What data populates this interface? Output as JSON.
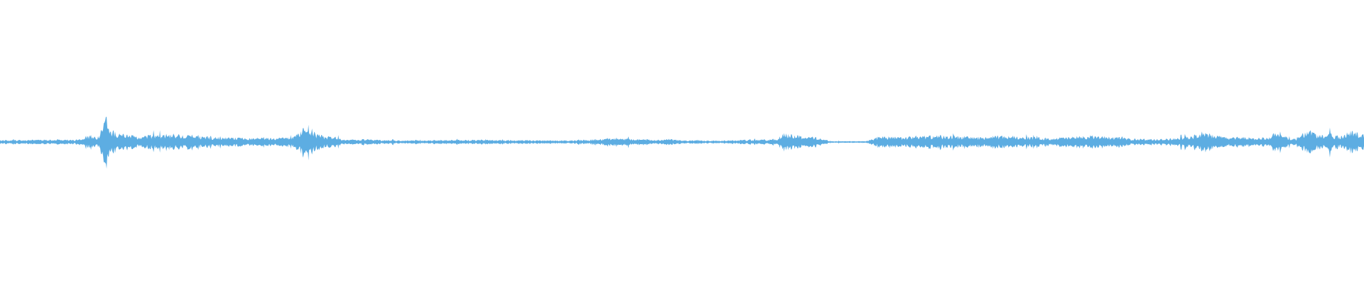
{
  "waveform": {
    "color": "#5dade2",
    "background": "#ffffff",
    "samples": 1920,
    "envelope": [
      [
        0.0,
        0.012
      ],
      [
        0.02,
        0.013
      ],
      [
        0.04,
        0.016
      ],
      [
        0.055,
        0.014
      ],
      [
        0.06,
        0.022
      ],
      [
        0.062,
        0.04
      ],
      [
        0.068,
        0.045
      ],
      [
        0.072,
        0.035
      ],
      [
        0.076,
        0.12
      ],
      [
        0.078,
        0.18
      ],
      [
        0.08,
        0.09
      ],
      [
        0.085,
        0.06
      ],
      [
        0.09,
        0.05
      ],
      [
        0.095,
        0.045
      ],
      [
        0.1,
        0.04
      ],
      [
        0.105,
        0.035
      ],
      [
        0.11,
        0.045
      ],
      [
        0.12,
        0.048
      ],
      [
        0.13,
        0.05
      ],
      [
        0.135,
        0.04
      ],
      [
        0.14,
        0.045
      ],
      [
        0.15,
        0.035
      ],
      [
        0.16,
        0.03
      ],
      [
        0.17,
        0.028
      ],
      [
        0.18,
        0.026
      ],
      [
        0.19,
        0.028
      ],
      [
        0.2,
        0.025
      ],
      [
        0.21,
        0.03
      ],
      [
        0.215,
        0.035
      ],
      [
        0.22,
        0.06
      ],
      [
        0.225,
        0.11
      ],
      [
        0.228,
        0.09
      ],
      [
        0.232,
        0.05
      ],
      [
        0.24,
        0.035
      ],
      [
        0.245,
        0.04
      ],
      [
        0.25,
        0.02
      ],
      [
        0.26,
        0.015
      ],
      [
        0.27,
        0.02
      ],
      [
        0.28,
        0.012
      ],
      [
        0.3,
        0.01
      ],
      [
        0.32,
        0.012
      ],
      [
        0.34,
        0.014
      ],
      [
        0.36,
        0.013
      ],
      [
        0.38,
        0.012
      ],
      [
        0.4,
        0.01
      ],
      [
        0.42,
        0.01
      ],
      [
        0.43,
        0.015
      ],
      [
        0.44,
        0.02
      ],
      [
        0.45,
        0.03
      ],
      [
        0.455,
        0.02
      ],
      [
        0.46,
        0.022
      ],
      [
        0.47,
        0.018
      ],
      [
        0.48,
        0.014
      ],
      [
        0.49,
        0.02
      ],
      [
        0.5,
        0.01
      ],
      [
        0.52,
        0.01
      ],
      [
        0.54,
        0.012
      ],
      [
        0.56,
        0.016
      ],
      [
        0.57,
        0.02
      ],
      [
        0.575,
        0.06
      ],
      [
        0.58,
        0.05
      ],
      [
        0.585,
        0.045
      ],
      [
        0.59,
        0.035
      ],
      [
        0.6,
        0.03
      ],
      [
        0.605,
        0.015
      ],
      [
        0.61,
        0.005
      ],
      [
        0.62,
        0.005
      ],
      [
        0.635,
        0.006
      ],
      [
        0.64,
        0.02
      ],
      [
        0.645,
        0.04
      ],
      [
        0.65,
        0.035
      ],
      [
        0.66,
        0.03
      ],
      [
        0.67,
        0.035
      ],
      [
        0.68,
        0.04
      ],
      [
        0.69,
        0.038
      ],
      [
        0.7,
        0.04
      ],
      [
        0.71,
        0.035
      ],
      [
        0.72,
        0.03
      ],
      [
        0.73,
        0.038
      ],
      [
        0.74,
        0.04
      ],
      [
        0.75,
        0.035
      ],
      [
        0.76,
        0.03
      ],
      [
        0.77,
        0.025
      ],
      [
        0.78,
        0.03
      ],
      [
        0.79,
        0.035
      ],
      [
        0.8,
        0.04
      ],
      [
        0.81,
        0.035
      ],
      [
        0.82,
        0.03
      ],
      [
        0.83,
        0.022
      ],
      [
        0.84,
        0.02
      ],
      [
        0.85,
        0.018
      ],
      [
        0.86,
        0.025
      ],
      [
        0.87,
        0.035
      ],
      [
        0.88,
        0.05
      ],
      [
        0.885,
        0.055
      ],
      [
        0.89,
        0.045
      ],
      [
        0.9,
        0.03
      ],
      [
        0.91,
        0.035
      ],
      [
        0.92,
        0.025
      ],
      [
        0.93,
        0.03
      ],
      [
        0.935,
        0.06
      ],
      [
        0.94,
        0.04
      ],
      [
        0.95,
        0.02
      ],
      [
        0.955,
        0.05
      ],
      [
        0.96,
        0.09
      ],
      [
        0.965,
        0.05
      ],
      [
        0.97,
        0.045
      ],
      [
        0.975,
        0.06
      ],
      [
        0.98,
        0.04
      ],
      [
        0.985,
        0.05
      ],
      [
        0.99,
        0.07
      ],
      [
        0.995,
        0.06
      ],
      [
        1.0,
        0.05
      ]
    ]
  }
}
